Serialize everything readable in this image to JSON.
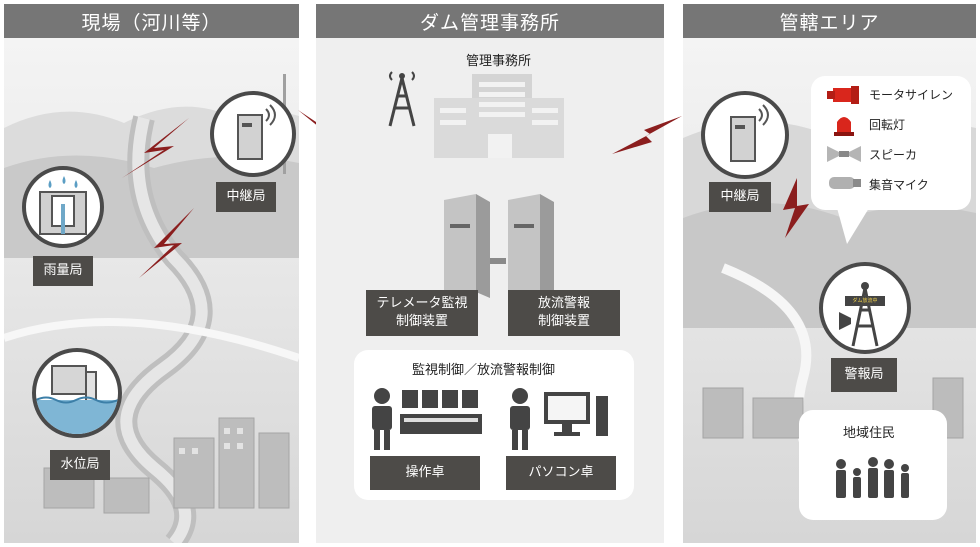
{
  "panels": {
    "left": {
      "title": "現場（河川等）"
    },
    "center": {
      "title": "ダム管理事務所"
    },
    "right": {
      "title": "管轄エリア"
    }
  },
  "left": {
    "rain": {
      "label": "雨量局"
    },
    "water": {
      "label": "水位局"
    },
    "relay": {
      "label": "中継局"
    }
  },
  "center": {
    "building_label": "管理事務所",
    "tele_control": {
      "label_line1": "テレメータ監視",
      "label_line2": "制御装置"
    },
    "discharge_control": {
      "label_line1": "放流警報",
      "label_line2": "制御装置"
    },
    "ops_card": {
      "title": "監視制御／放流警報制御",
      "console": {
        "label": "操作卓"
      },
      "pc": {
        "label": "パソコン卓"
      }
    }
  },
  "right": {
    "relay": {
      "label": "中継局"
    },
    "warning": {
      "label": "警報局",
      "sign": "ダム放流中"
    },
    "devices": [
      {
        "icon": "motor-siren-icon",
        "label": "モータサイレン"
      },
      {
        "icon": "rotating-light-icon",
        "label": "回転灯"
      },
      {
        "icon": "speaker-icon",
        "label": "スピーカ"
      },
      {
        "icon": "microphone-icon",
        "label": "集音マイク"
      }
    ],
    "residents": {
      "label": "地域住民"
    }
  },
  "colors": {
    "header": "#767676",
    "label_box": "#4d4b48",
    "lightning": "#8b1e1e",
    "siren_red": "#d9261c"
  }
}
